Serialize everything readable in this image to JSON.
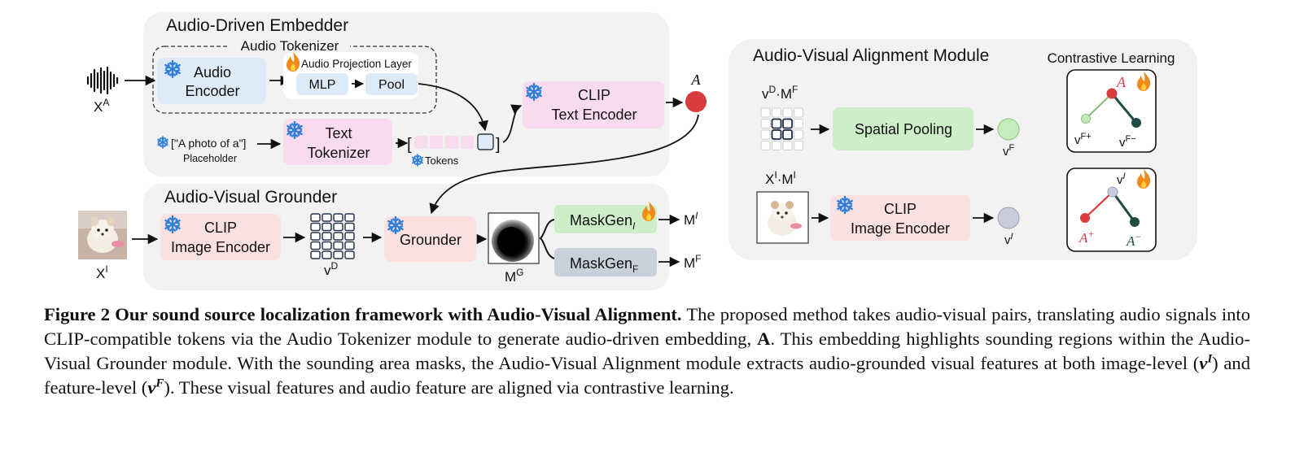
{
  "colors": {
    "panel": "#f2f2f2",
    "blue_box": "#ddeaf8",
    "pink_box": "#f8dbee",
    "red_box": "#fbe0e0",
    "green_box": "#cdeec8",
    "gray_box": "#c9cfdb",
    "audio_red": "#d83c3c",
    "feature_green": "#c6ecbc",
    "image_gray": "#c8ccdc",
    "snow_blue": "#2f7fd6",
    "fire_orange": "#f08a1a"
  },
  "icons": [
    "waveform-icon",
    "snowflake-icon",
    "fire-icon",
    "dog-image",
    "mask-image",
    "grid-icon"
  ],
  "embedder": {
    "title": "Audio-Driven Embedder",
    "tokenizer_title": "Audio Tokenizer",
    "audio_input_label": "X",
    "audio_input_sup": "A",
    "audio_encoder_line1": "Audio",
    "audio_encoder_line2": "Encoder",
    "projection_label": "Audio Projection Layer",
    "mlp_label": "MLP",
    "pool_label": "Pool",
    "prompt_text": "[\"A photo of a\"]",
    "placeholder_label": "Placeholder",
    "text_tokenizer_line1": "Text",
    "text_tokenizer_line2": "Tokenizer",
    "tokens_label": "Tokens",
    "clip_text_line1": "CLIP",
    "clip_text_line2": "Text Encoder",
    "output_label": "A"
  },
  "grounder": {
    "title": "Audio-Visual Grounder",
    "image_input_label": "X",
    "image_input_sup": "I",
    "clip_image_line1": "CLIP",
    "clip_image_line2": "Image Encoder",
    "feature_label": "v",
    "feature_sup": "D",
    "grounder_label": "Grounder",
    "mask_label": "M",
    "mask_sup": "G",
    "maskgen_i_label": "MaskGen",
    "maskgen_i_sub": "I",
    "maskgen_f_label": "MaskGen",
    "maskgen_f_sub": "F",
    "out_i_label": "M",
    "out_i_sup": "I",
    "out_f_label": "M",
    "out_f_sup": "F"
  },
  "alignment": {
    "title": "Audio-Visual Alignment Module",
    "contrastive_title": "Contrastive Learning",
    "top_input_label": "v",
    "top_input_sup1": "D",
    "top_input_mid": "·M",
    "top_input_sup2": "F",
    "spatial_pooling_label": "Spatial Pooling",
    "vf_label": "v",
    "vf_sup": "F",
    "bottom_input_label": "X",
    "bottom_input_sup1": "I",
    "bottom_input_mid": "·M",
    "bottom_input_sup2": "I",
    "clip_image_line1": "CLIP",
    "clip_image_line2": "Image Encoder",
    "vi_label": "v",
    "vi_sup": "I",
    "cl_top_anchor": "A",
    "cl_top_pos": "v",
    "cl_top_pos_sup": "F+",
    "cl_top_neg": "v",
    "cl_top_neg_sup": "F−",
    "cl_bot_anchor": "v",
    "cl_bot_anchor_sup": "I",
    "cl_bot_pos": "A",
    "cl_bot_pos_sup": "+",
    "cl_bot_neg": "A",
    "cl_bot_neg_sup": "−"
  },
  "caption": {
    "lead": "Figure 2 Our sound source localization framework with Audio-Visual Alignment.",
    "part1": " The proposed method takes audio-visual pairs, translating audio signals into CLIP-compatible tokens via the Audio Tokenizer module to generate audio-driven embedding, ",
    "embedding_symbol": "A",
    "part2": ". This embedding highlights sounding regions within the Audio-Visual Grounder module. With the sounding area masks, the Audio-Visual Alignment module extracts audio-grounded visual features at both image-level (",
    "vi_symbol": "v",
    "vi_sup": "I",
    "part3": ") and feature-level (",
    "vf_symbol": "v",
    "vf_sup": "F",
    "part4": "). These visual features and audio feature are aligned via contrastive learning."
  }
}
